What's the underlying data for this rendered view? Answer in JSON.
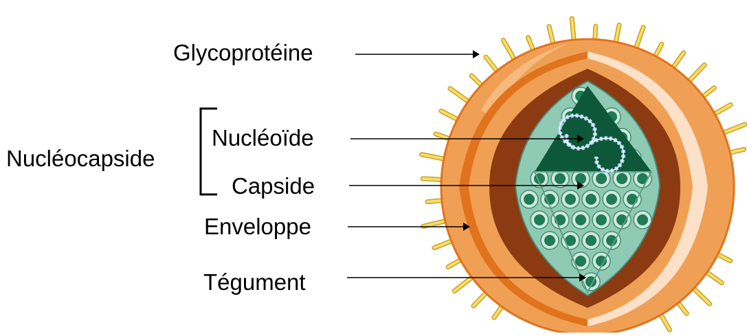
{
  "labels": {
    "glycoproteine": "Glycoprotéine",
    "nucleocapside": "Nucléocapside",
    "nucleoide": "Nucléoïde",
    "capside": "Capside",
    "enveloppe": "Enveloppe",
    "tegument": "Tégument"
  },
  "colors": {
    "envelope_outer": "#f0a055",
    "envelope_mid": "#e0731c",
    "envelope_light": "#fde0c8",
    "tegument": "#8b3a12",
    "capsid_fill": "#8fcab5",
    "capsid_dark": "#0d5838",
    "capsomer": "#3e9374",
    "spike": "#f7dd6a",
    "nucleic_acid": "#a9d0f5"
  }
}
